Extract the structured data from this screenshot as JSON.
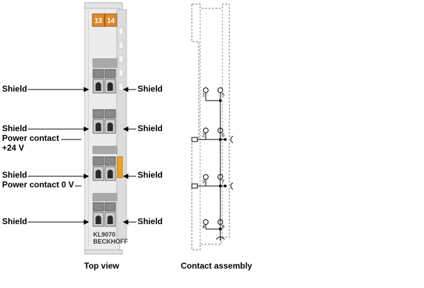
{
  "terminal": {
    "top_labels": [
      "13",
      "14"
    ],
    "model": "KL9070",
    "brand": "BECKHOFF",
    "accent_color": "#e08a2c",
    "led_color": "#f2a21c"
  },
  "labels": {
    "shield": "Shield",
    "power_24_line1": "Power contact",
    "power_24_line2": "+24 V",
    "power_0": "Power contact 0 V"
  },
  "captions": {
    "top_view": "Top view",
    "contact_assembly": "Contact assembly"
  },
  "schematic": {
    "pins": [
      "1",
      "5",
      "2",
      "6",
      "3",
      "7",
      "4",
      "8"
    ]
  }
}
